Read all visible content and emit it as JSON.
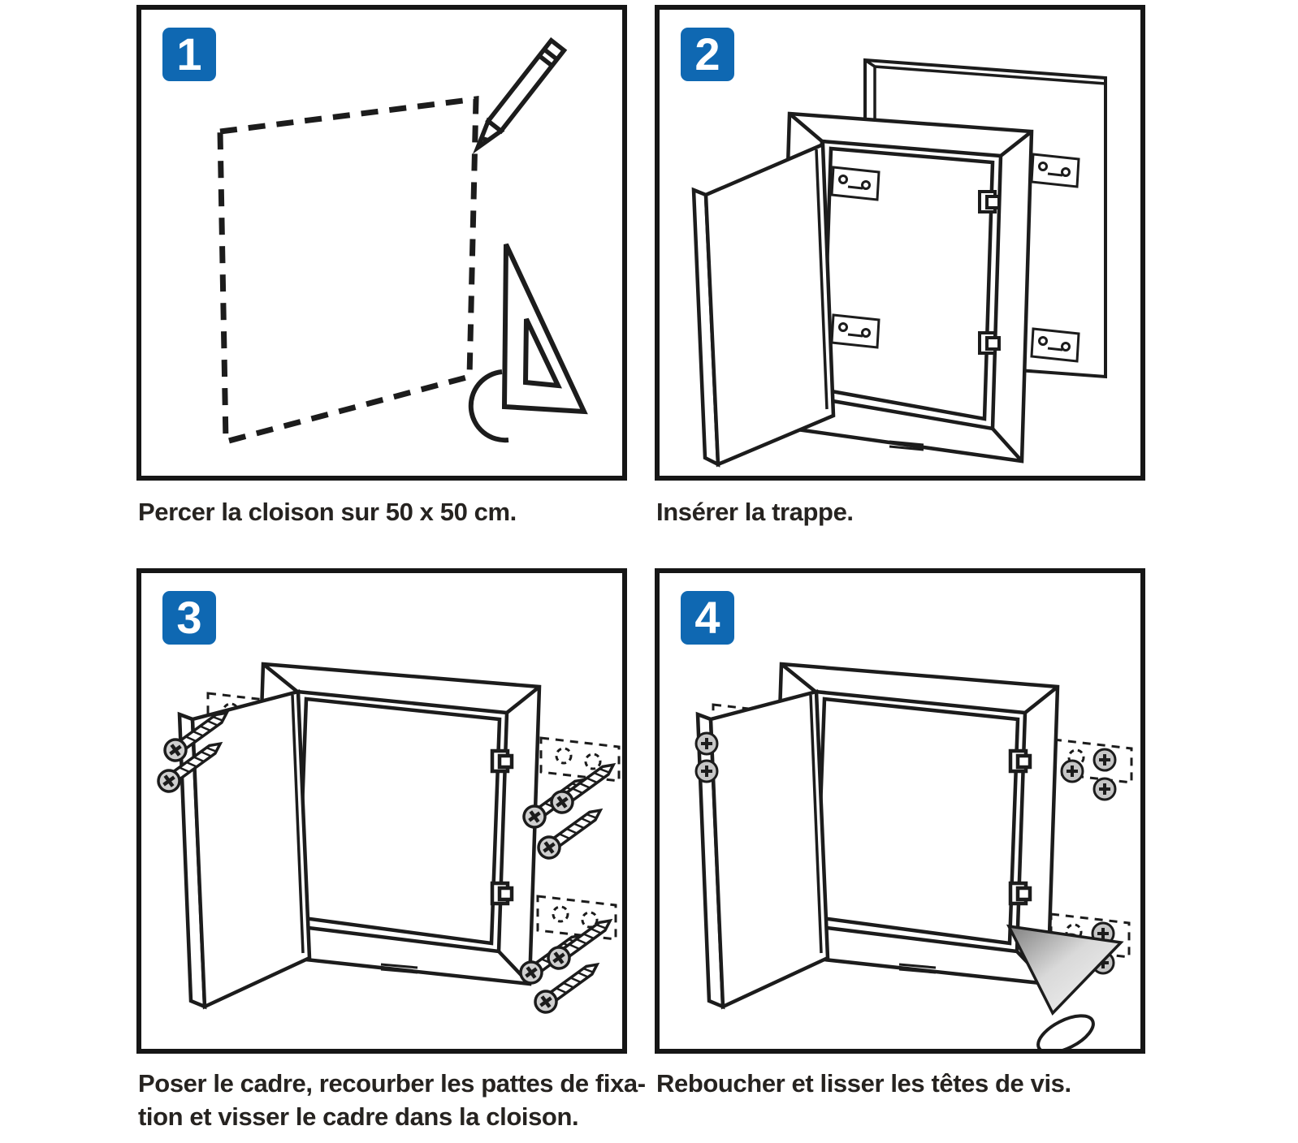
{
  "page": {
    "background": "#ffffff",
    "panel_border_color": "#161616",
    "line_color": "#1c1c1c",
    "badge_color": "#0f68b2",
    "badge_text_color": "#ffffff",
    "caption_color": "#262320"
  },
  "steps": [
    {
      "number": "1",
      "caption": "Percer la cloison sur 50 x 50 cm.",
      "illustration": "dashed-cutout-marked-on-wall-with-pencil-and-set-square",
      "icons": [
        "dashed-square-outline",
        "pencil-icon",
        "set-square-icon"
      ]
    },
    {
      "number": "2",
      "caption": "Insérer la trappe.",
      "illustration": "trapdoor-frame-with-open-door-inserted-into-wall-opening",
      "icons": [
        "wall-panel",
        "trapdoor-frame",
        "open-door",
        "fixing-strap",
        "latch"
      ]
    },
    {
      "number": "3",
      "caption": "Poser le cadre, recourber les pattes de fixa-\ntion et visser le cadre dans la cloison.",
      "illustration": "frame-fixed-with-screws-through-bent-fixing-straps",
      "icons": [
        "trapdoor-frame",
        "open-door",
        "screw-icon",
        "dashed-strap-outline",
        "latch"
      ]
    },
    {
      "number": "4",
      "caption": "Reboucher et lisser les têtes de vis.",
      "illustration": "screw-heads-filled-and-smoothed-with-putty-knife",
      "icons": [
        "trapdoor-frame",
        "open-door",
        "screw-head-icon",
        "dashed-strap-outline",
        "putty-knife-icon"
      ]
    }
  ]
}
